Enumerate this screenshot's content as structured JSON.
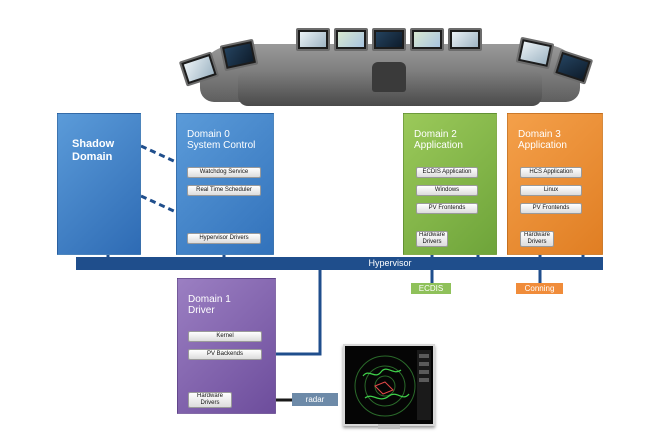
{
  "domains": {
    "shadow": {
      "title": "Shadow\nDomain"
    },
    "d0": {
      "title": "Domain 0\nSystem Control",
      "items": [
        "Watchdog Service",
        "Real Time Scheduler",
        "Hypervisor Drivers"
      ]
    },
    "d2": {
      "title": "Domain 2\nApplication",
      "items": [
        "ECDIS Application",
        "Windows",
        "PV Frontends",
        "Hardware\nDrivers"
      ]
    },
    "d3": {
      "title": "Domain 3\nApplication",
      "items": [
        "HCS Application",
        "Linux",
        "PV Frontends",
        "Hardware\nDrivers"
      ]
    },
    "d1": {
      "title": "Domain 1\nDriver",
      "items": [
        "Kernel",
        "PV Backends",
        "Hardware\nDrivers"
      ]
    }
  },
  "hypervisor": {
    "label": "Hypervisor"
  },
  "tags": {
    "ecdis": "ECDIS",
    "conning": "Conning",
    "radar": "radar"
  },
  "colors": {
    "system_blue": "#3a7bc8",
    "application_green": "#8fc15a",
    "application_orange": "#f08c3a",
    "driver_purple": "#7b5aa8",
    "hypervisor_bar": "#1f4e8c"
  },
  "illustrations": [
    "ship-bridge-console",
    "radar-display"
  ]
}
